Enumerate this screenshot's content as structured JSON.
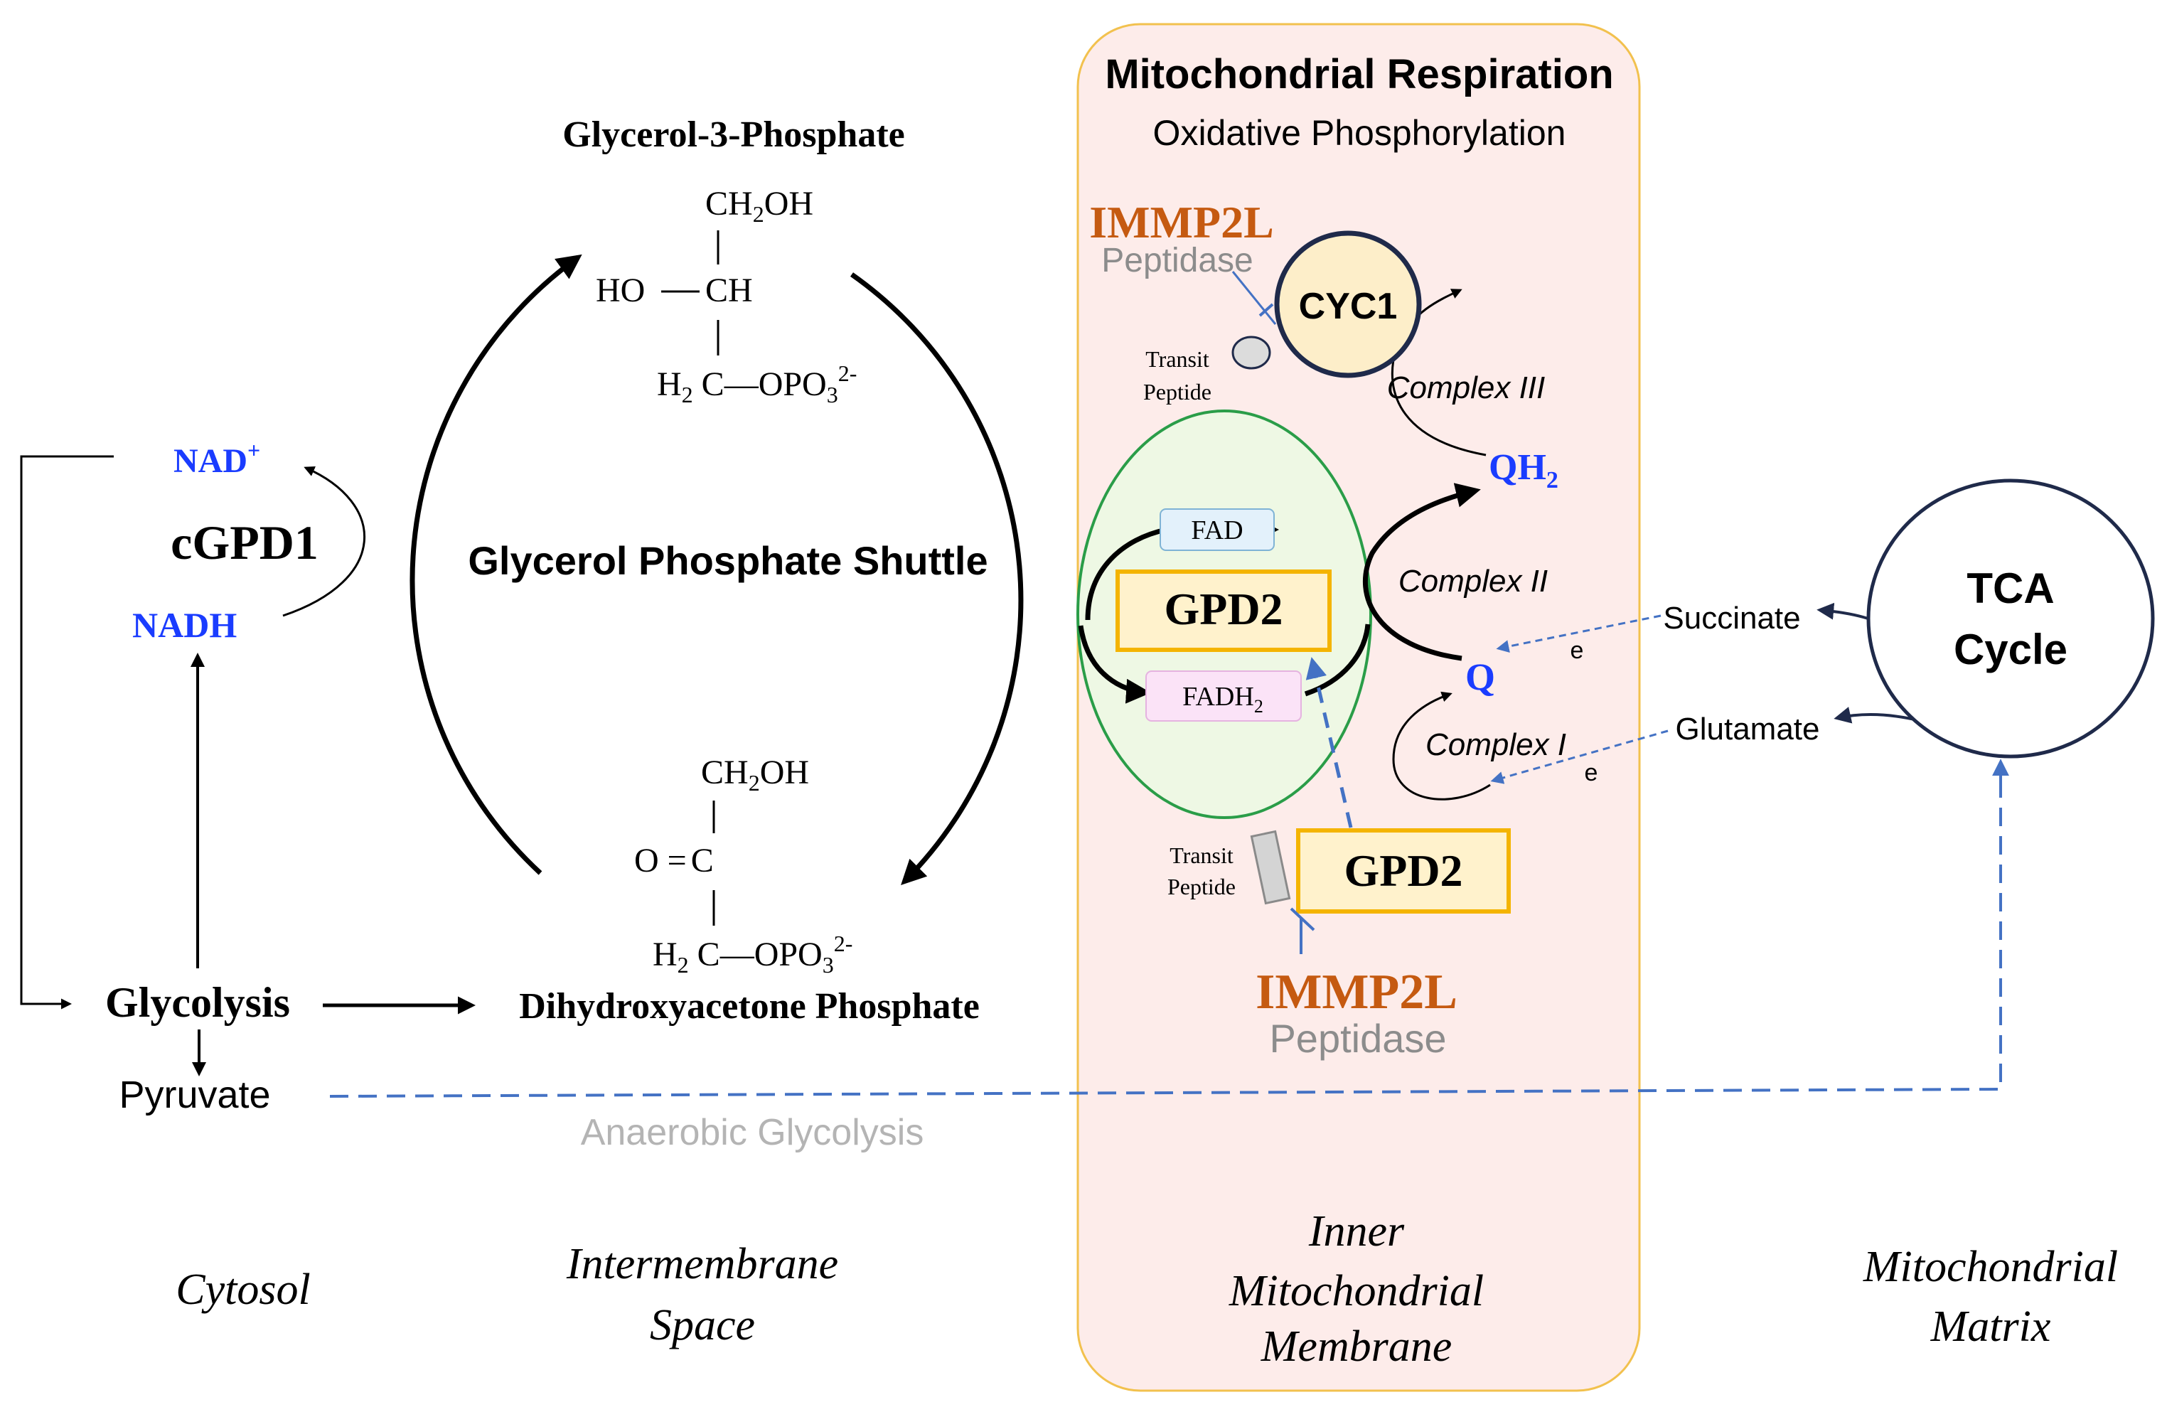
{
  "membrane_panel": {
    "title": "Mitochondrial Respiration",
    "subtitle": "Oxidative Phosphorylation"
  },
  "cytosol": {
    "nad_plus": "NAD",
    "nad_plus_sup": "+",
    "nadh": "NADH",
    "cgpd1": "cGPD1",
    "glycolysis": "Glycolysis",
    "pyruvate": "Pyruvate",
    "anaerobic": "Anaerobic Glycolysis"
  },
  "shuttle": {
    "label": "Glycerol Phosphate Shuttle",
    "g3p_title": "Glycerol-3-Phosphate",
    "dhap_title": "Dihydroxyacetone Phosphate"
  },
  "g3p_structure": {
    "top_main": "CH",
    "top_sub": "2",
    "top_tail": "OH",
    "left_group": "HO",
    "bond": "—",
    "center": "CH",
    "bottom_h": "H",
    "bottom_h_sub": "2",
    "bottom_c": "C—OPO",
    "bottom_sub": "3",
    "bottom_sup": "2-"
  },
  "dhap_structure": {
    "top_main": "CH",
    "top_sub": "2",
    "top_tail": "OH",
    "left_group": "O",
    "double_bond": "=",
    "center": "C",
    "bottom_h": "H",
    "bottom_h_sub": "2",
    "bottom_c": "C—OPO",
    "bottom_sub": "3",
    "bottom_sup": "2-"
  },
  "imm": {
    "immp2l_top": "IMMP2L",
    "peptidase_top": "Peptidase",
    "transit_top_1": "Transit",
    "transit_top_2": "Peptide",
    "cyc1": "CYC1",
    "complex_iii": "Complex III",
    "qh2_main": "QH",
    "qh2_sub": "2",
    "fad": "FAD",
    "gpd2_mature": "GPD2",
    "fadh2_main": "FADH",
    "fadh2_sub": "2",
    "complex_ii": "Complex II",
    "q": "Q",
    "complex_i": "Complex I",
    "e_upper": "e",
    "e_lower": "e",
    "transit_bottom_1": "Transit",
    "transit_bottom_2": "Peptide",
    "gpd2_precursor": "GPD2",
    "immp2l_bottom": "IMMP2L",
    "peptidase_bottom": "Peptidase"
  },
  "matrix": {
    "succinate": "Succinate",
    "glutamate": "Glutamate",
    "tca_line1": "TCA",
    "tca_line2": "Cycle"
  },
  "compartments": {
    "cytosol": "Cytosol",
    "ims_line1": "Intermembrane",
    "ims_line2": "Space",
    "imm_line1": "Inner",
    "imm_line2": "Mitochondrial",
    "imm_line3": "Membrane",
    "matrix_line1": "Mitochondrial",
    "matrix_line2": "Matrix"
  },
  "colors": {
    "accent_blue": "#1a3cff",
    "immp2l_orange": "#c55a11",
    "membrane_fill": "#fdecea",
    "membrane_border": "#f2c14e",
    "ellipse_fill": "#eef8e4",
    "ellipse_border": "#2a9d48",
    "gpd2_box_fill": "#fff2cc",
    "gpd2_box_border": "#f4b400",
    "cyc1_fill": "#fdeec9",
    "dashed_blue": "#4472c4",
    "navy": "#1f2a4a",
    "gray_text": "#8c8c8c"
  }
}
